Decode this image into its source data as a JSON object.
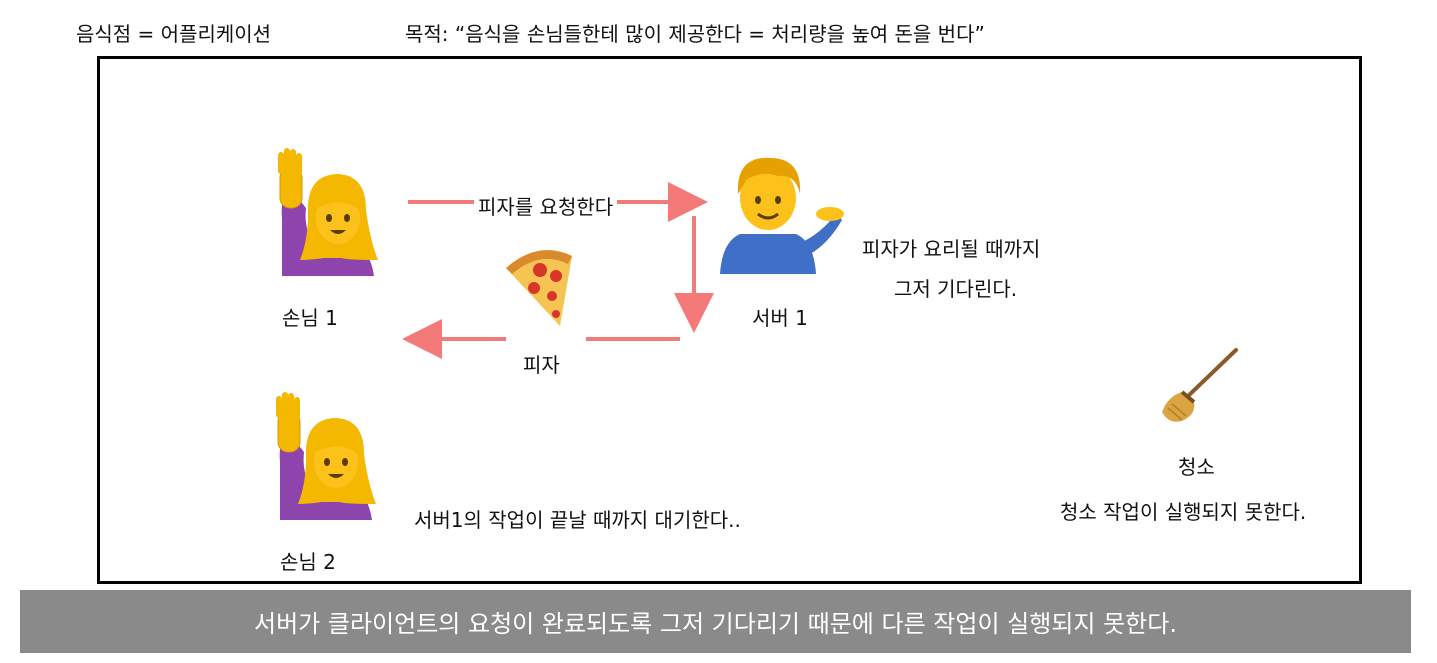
{
  "header": {
    "left_text": "음식점 = 어플리케이션",
    "right_text": "목적: “음식을 손님들한테 많이 제공한다 = 처리량을 높여 돈을 번다”"
  },
  "diagram": {
    "customer1_label": "손님 1",
    "customer2_label": "손님 2",
    "server_label": "서버 1",
    "request_label": "피자를 요청한다",
    "pizza_label": "피자",
    "server_wait_line1": "피자가 요리될 때까지",
    "server_wait_line2": "그저 기다린다.",
    "customer2_wait": "서버1의 작업이 끝날 때까지 대기한다..",
    "cleaning_label": "청소",
    "cleaning_note": "청소 작업이 실행되지 못한다.",
    "arrow_color": "#f47a7a"
  },
  "footer": {
    "text": "서버가 클라이언트의 요청이 완료되도록 그저 기다리기 때문에 다른 작업이 실행되지 못한다."
  }
}
